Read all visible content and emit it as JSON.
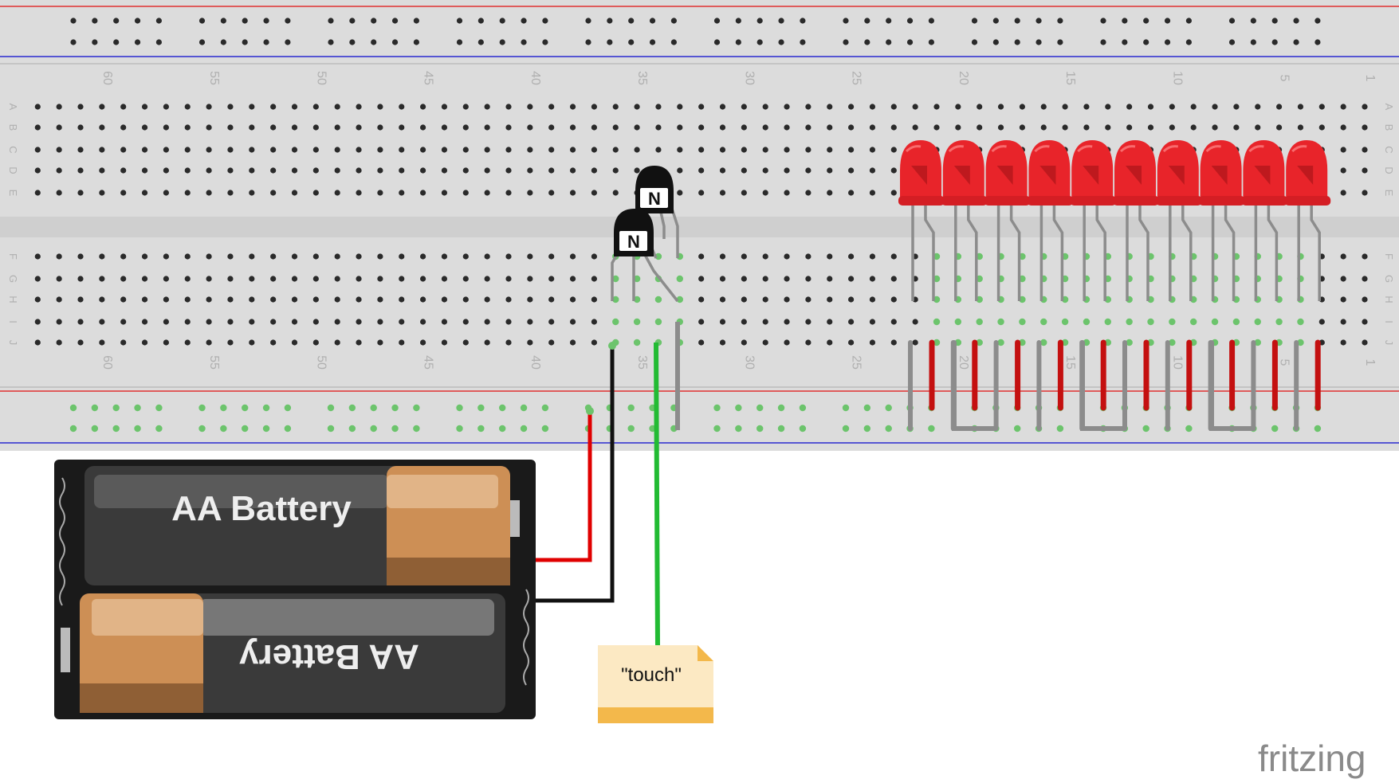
{
  "breadboard": {
    "column_labels": [
      "60",
      "55",
      "50",
      "45",
      "40",
      "35",
      "30",
      "25",
      "20",
      "15",
      "10",
      "5",
      "1"
    ],
    "row_labels_top": [
      "A",
      "B",
      "C",
      "D",
      "E"
    ],
    "row_labels_bottom": [
      "F",
      "G",
      "H",
      "I",
      "J"
    ],
    "colors": {
      "board": "#dcdcdc",
      "power_red": "#e03030",
      "power_blue": "#2a2ad0",
      "hole": "#2a2a2a",
      "active_hole": "#6cc46c"
    }
  },
  "battery_pack": {
    "cell_top_label": "AA Battery",
    "cell_bottom_label": "AA Battery"
  },
  "transistors": [
    {
      "label": "N"
    },
    {
      "label": "N"
    }
  ],
  "leds": {
    "count": 10,
    "color": "#e8242a"
  },
  "note": {
    "text": "\"touch\""
  },
  "wires": {
    "red": "#e00000",
    "black": "#111111",
    "green": "#22bb33",
    "lead": "#8c8c8c"
  },
  "brand": {
    "text": "fritzing"
  }
}
